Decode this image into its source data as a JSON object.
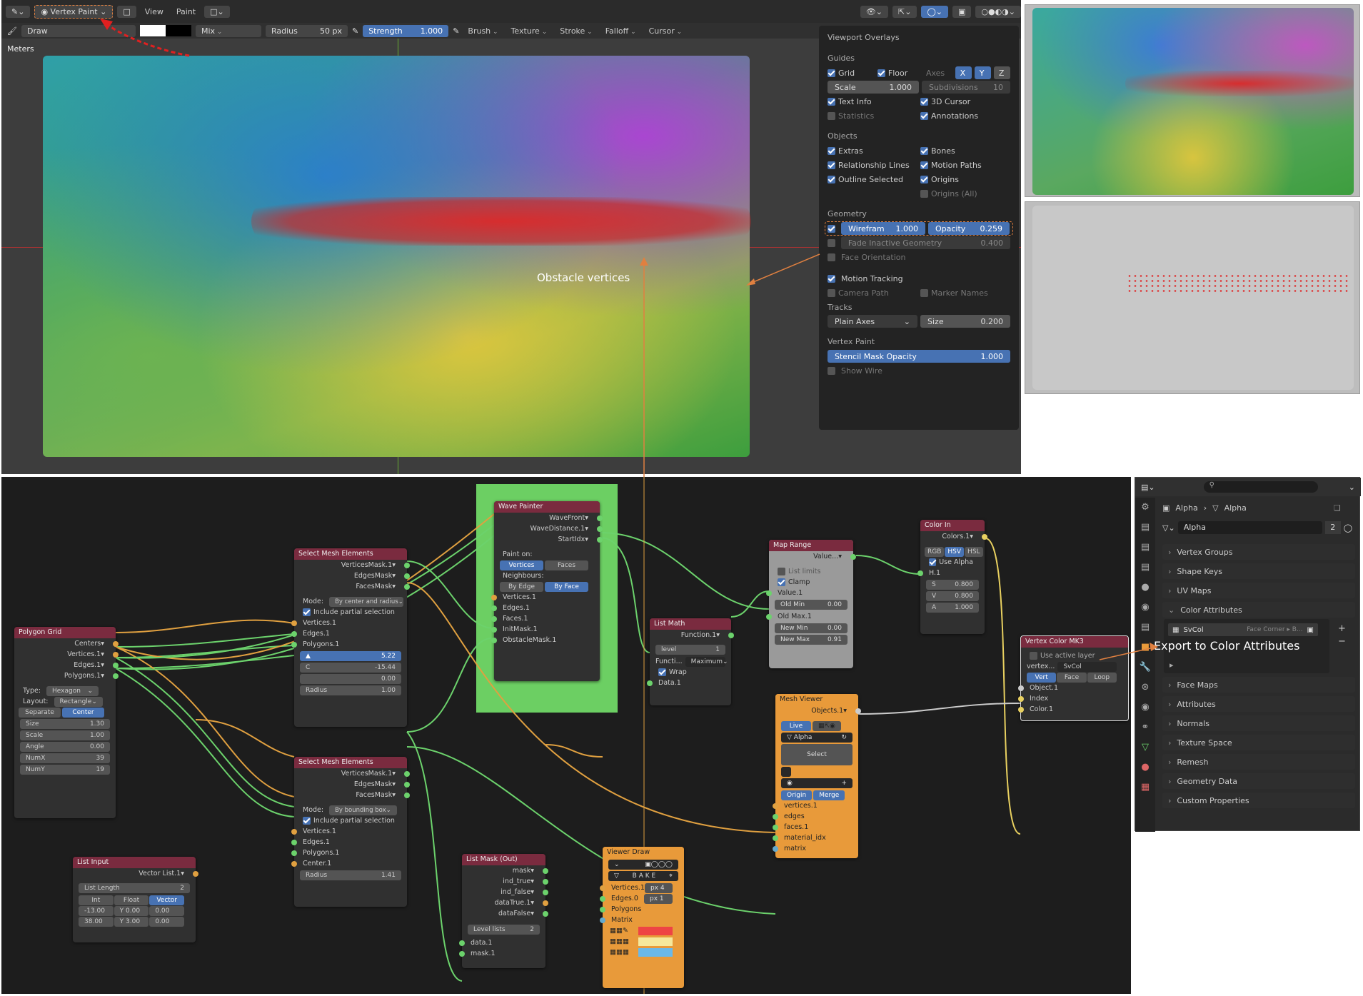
{
  "toolbar": {
    "mode": "Vertex Paint",
    "view": "View",
    "paint": "Paint",
    "brush": "Draw",
    "blend": "Mix",
    "radius_label": "Radius",
    "radius_value": "50 px",
    "strength_label": "Strength",
    "strength_value": "1.000",
    "menus": [
      "Brush",
      "Texture",
      "Stroke",
      "Falloff",
      "Cursor"
    ]
  },
  "viewport": {
    "units": "Meters",
    "annotation": "Obstacle vertices"
  },
  "overlays": {
    "title": "Viewport Overlays",
    "guides": "Guides",
    "grid": "Grid",
    "floor": "Floor",
    "axes": "Axes",
    "x": "X",
    "y": "Y",
    "z": "Z",
    "scale_label": "Scale",
    "scale_value": "1.000",
    "subdiv_label": "Subdivisions",
    "subdiv_value": "10",
    "text_info": "Text Info",
    "cursor3d": "3D Cursor",
    "statistics": "Statistics",
    "annotations": "Annotations",
    "objects": "Objects",
    "extras": "Extras",
    "bones": "Bones",
    "rel_lines": "Relationship Lines",
    "motion_paths": "Motion Paths",
    "outline_sel": "Outline Selected",
    "origins": "Origins",
    "origins_all": "Origins (All)",
    "geometry": "Geometry",
    "wireframe_label": "Wirefram",
    "wireframe_value": "1.000",
    "opacity_label": "Opacity",
    "opacity_value": "0.259",
    "fade_label": "Fade Inactive Geometry",
    "fade_value": "0.400",
    "face_orient": "Face Orientation",
    "motion_tracking": "Motion Tracking",
    "camera_path": "Camera Path",
    "marker_names": "Marker Names",
    "tracks": "Tracks",
    "plain_axes": "Plain Axes",
    "size_label": "Size",
    "size_value": "0.200",
    "vertex_paint": "Vertex Paint",
    "stencil_label": "Stencil Mask Opacity",
    "stencil_value": "1.000",
    "show_wire": "Show Wire"
  },
  "nodes": {
    "polygon_grid": {
      "title": "Polygon Grid",
      "outs": [
        "Centers",
        "Vertices.1",
        "Edges.1",
        "Polygons.1"
      ],
      "type_label": "Type:",
      "type_value": "Hexagon",
      "layout_label": "Layout:",
      "layout_value": "Rectangle",
      "separate": "Separate",
      "center": "Center",
      "fields": [
        [
          "Size",
          "1.30"
        ],
        [
          "Scale",
          "1.00"
        ],
        [
          "Angle",
          "0.00"
        ],
        [
          "NumX",
          "39"
        ],
        [
          "NumY",
          "19"
        ]
      ]
    },
    "sel1": {
      "title": "Select Mesh Elements",
      "outs": [
        "VerticesMask.1",
        "EdgesMask",
        "FacesMask"
      ],
      "mode_label": "Mode:",
      "mode_value": "By center and radius",
      "partial": "Include partial selection",
      "ins": [
        "Vertices.1",
        "Edges.1",
        "Polygons.1"
      ],
      "v1": "5.22",
      "c_label": "C",
      "v2": "-15.44",
      "v3": "0.00",
      "radius_label": "Radius",
      "radius_value": "1.00"
    },
    "sel2": {
      "title": "Select Mesh Elements",
      "outs": [
        "VerticesMask.1",
        "EdgesMask",
        "FacesMask"
      ],
      "mode_label": "Mode:",
      "mode_value": "By bounding box",
      "partial": "Include partial selection",
      "ins": [
        "Vertices.1",
        "Edges.1",
        "Polygons.1",
        "Center.1"
      ],
      "radius_label": "Radius",
      "radius_value": "1.41"
    },
    "wave": {
      "title": "Wave Painter",
      "outs": [
        "WaveFront",
        "WaveDistance.1",
        "StartIdx"
      ],
      "paint_on": "Paint on:",
      "vertices": "Vertices",
      "faces": "Faces",
      "neighbours": "Neighbours:",
      "by_edge": "By Edge",
      "by_face": "By Face",
      "ins": [
        "Vertices.1",
        "Edges.1",
        "Faces.1",
        "InitMask.1",
        "ObstacleMask.1"
      ]
    },
    "list_math": {
      "title": "List Math",
      "out": "Function.1",
      "level_label": "level",
      "level_value": "1",
      "func_label": "Functi...",
      "func_value": "Maximum",
      "wrap": "Wrap",
      "in": "Data.1"
    },
    "map_range": {
      "title": "Map Range",
      "out": "Value...",
      "list_limits": "List limits",
      "clamp": "Clamp",
      "value_in": "Value.1",
      "old_min_label": "Old Min",
      "old_min": "0.00",
      "old_max_label": "Old Max.1",
      "new_min_label": "New Min",
      "new_min": "0.00",
      "new_max_label": "New Max",
      "new_max": "0.91"
    },
    "color_in": {
      "title": "Color In",
      "out": "Colors.1",
      "rgb": "RGB",
      "hsv": "HSV",
      "hsl": "HSL",
      "use_alpha": "Use Alpha",
      "h": "H.1",
      "s_label": "S",
      "s": "0.800",
      "v_label": "V",
      "v": "0.800",
      "a_label": "A",
      "a": "1.000"
    },
    "vcol": {
      "title": "Vertex Color MK3",
      "use_active": "Use active layer",
      "vertex_label": "vertex...",
      "vertex_value": "SvCol",
      "vert": "Vert",
      "face": "Face",
      "loop": "Loop",
      "ins": [
        "Object.1",
        "Index",
        "Color.1"
      ]
    },
    "mesh_viewer": {
      "title": "Mesh Viewer",
      "out": "Objects.1",
      "live": "Live",
      "alpha": "Alpha",
      "select": "Select",
      "origin": "Origin",
      "merge": "Merge",
      "ins": [
        "vertices.1",
        "edges",
        "faces.1",
        "material_idx",
        "matrix"
      ]
    },
    "list_input": {
      "title": "List Input",
      "out": "Vector List.1",
      "length_label": "List Length",
      "length_value": "2",
      "int": "Int",
      "float": "Float",
      "vector": "Vector",
      "r1a": "-13.00",
      "r1y": "Y  0.00",
      "r1c": "0.00",
      "r2a": "38.00",
      "r2y": "Y  3.00",
      "r2c": "0.00"
    },
    "list_mask": {
      "title": "List Mask (Out)",
      "outs": [
        "mask",
        "ind_true",
        "ind_false",
        "dataTrue.1",
        "dataFalse"
      ],
      "levels_label": "Level lists",
      "levels_value": "2",
      "ins": [
        "data.1",
        "mask.1"
      ]
    },
    "viewer_draw": {
      "title": "Viewer Draw",
      "bake": "B A K E",
      "ins": [
        "Vertices.1",
        "Edges.0",
        "Polygons",
        "Matrix"
      ],
      "px1": "px 4",
      "px2": "px 1"
    }
  },
  "props": {
    "obj1": "Alpha",
    "obj2": "Alpha",
    "mesh": "Alpha",
    "users": "2",
    "items": [
      "Vertex Groups",
      "Shape Keys",
      "UV Maps",
      "Color Attributes",
      "Face Maps",
      "Attributes",
      "Normals",
      "Texture Space",
      "Remesh",
      "Geometry Data",
      "Custom Properties"
    ],
    "svcol": "SvCol",
    "svcol_domain": "Face Corner ▸ B...",
    "export_note": "Export to Color Attributes"
  },
  "colors": {
    "accent": "#4772b3",
    "node_header": "#7a2b3f",
    "orange": "#e89a3a",
    "green_frame": "#6ccf63"
  }
}
